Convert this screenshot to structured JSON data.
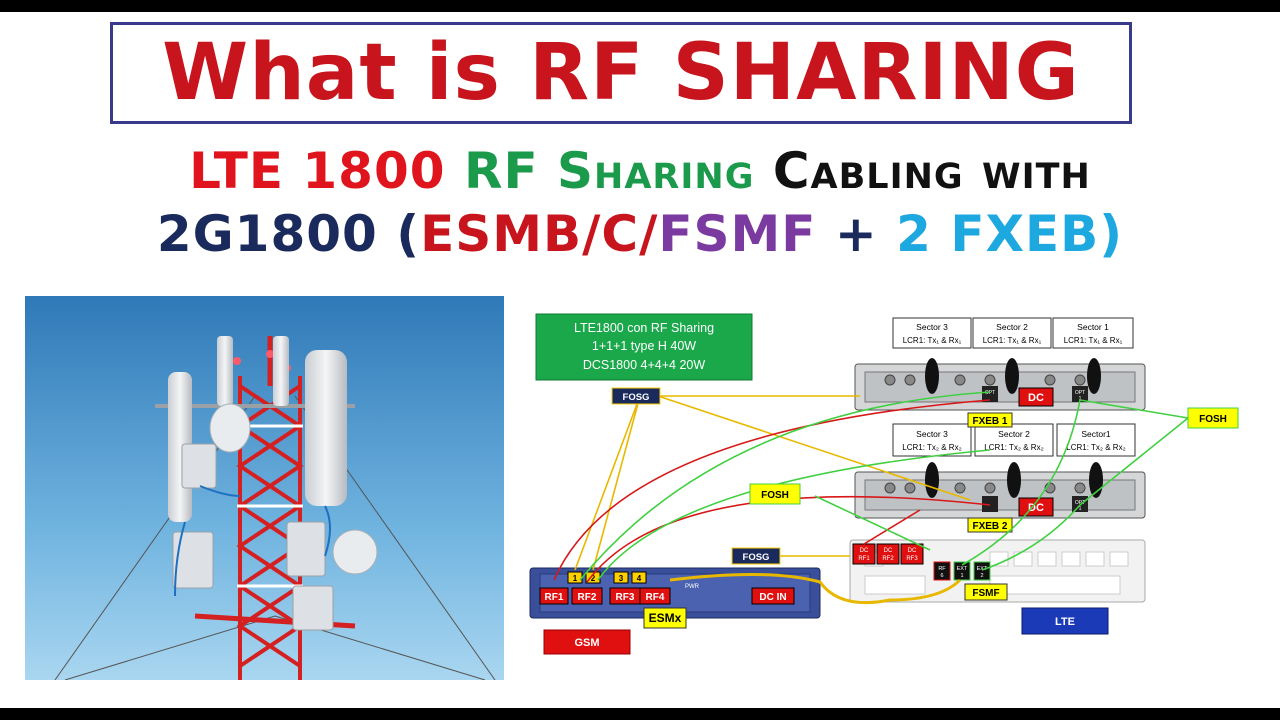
{
  "title": "What is RF SHARING",
  "subtitle": {
    "line1": [
      {
        "text": "LTE 1800 ",
        "color": "#e0141c"
      },
      {
        "text": "RF Sharing ",
        "color": "#1a9a4a"
      },
      {
        "text": "Cabling with",
        "color": "#111111"
      }
    ],
    "line2": [
      {
        "text": "2G1800 (",
        "color": "#1a2a5c"
      },
      {
        "text": "ESMB/C/",
        "color": "#c8141c"
      },
      {
        "text": "FSMF ",
        "color": "#7a3aa0"
      },
      {
        "text": "+ ",
        "color": "#1a2a5c"
      },
      {
        "text": "2 FXEB)",
        "color": "#1ea8e0"
      }
    ]
  },
  "config": {
    "line1": "LTE1800 con RF Sharing",
    "line2": "1+1+1 type H 40W",
    "line3": "DCS1800 4+4+4 20W"
  },
  "sectors_top": [
    {
      "name": "Sector 3",
      "detail": "LCR1: Tx₁ & Rx₁"
    },
    {
      "name": "Sector 2",
      "detail": "LCR1: Tx₁ & Rx₁"
    },
    {
      "name": "Sector 1",
      "detail": "LCR1: Tx₁ & Rx₁"
    }
  ],
  "sectors_bottom": [
    {
      "name": "Sector 3",
      "detail": "LCR1: Tx₂ & Rx₂"
    },
    {
      "name": "Sector 2",
      "detail": "LCR1: Tx₂ & Rx₂"
    },
    {
      "name": "Sector1",
      "detail": "LCR1: Tx₂ & Rx₂"
    }
  ],
  "labels": {
    "fosg_top": "FOSG",
    "fosg_bottom": "FOSG",
    "fosh_right": "FOSH",
    "fosh_left": "FOSH",
    "fxeb1": "FXEB 1",
    "fxeb2": "FXEB 2",
    "dc_top": "DC",
    "dc_bottom": "DC",
    "opt": "OPT",
    "opt_num": "1",
    "fsmf": "FSMF",
    "esmx": "ESMx",
    "gsm": "GSM",
    "lte": "LTE",
    "pwr": "PWR"
  },
  "esm_ports": [
    "RF1",
    "RF2",
    "RF3",
    "RF4",
    "DC IN"
  ],
  "esm_optical": [
    "1",
    "2",
    "3",
    "4"
  ],
  "fsmf_dc": [
    [
      "DC",
      "RF1"
    ],
    [
      "DC",
      "RF2"
    ],
    [
      "DC",
      "RF3"
    ]
  ],
  "fsmf_ports": [
    [
      "RF",
      "6"
    ],
    [
      "EXT",
      "1"
    ],
    [
      "EXT",
      "2"
    ]
  ],
  "colors": {
    "title_red": "#c8141c",
    "config_green": "#1aa84a",
    "label_yellow": "#ffff00",
    "gsm_red": "#e01010",
    "lte_blue": "#1a3ab8",
    "cable_yellow": "#e8b800",
    "cable_red": "#d81818",
    "cable_green": "#40d040"
  },
  "icons": [
    "cell-tower-photo"
  ]
}
